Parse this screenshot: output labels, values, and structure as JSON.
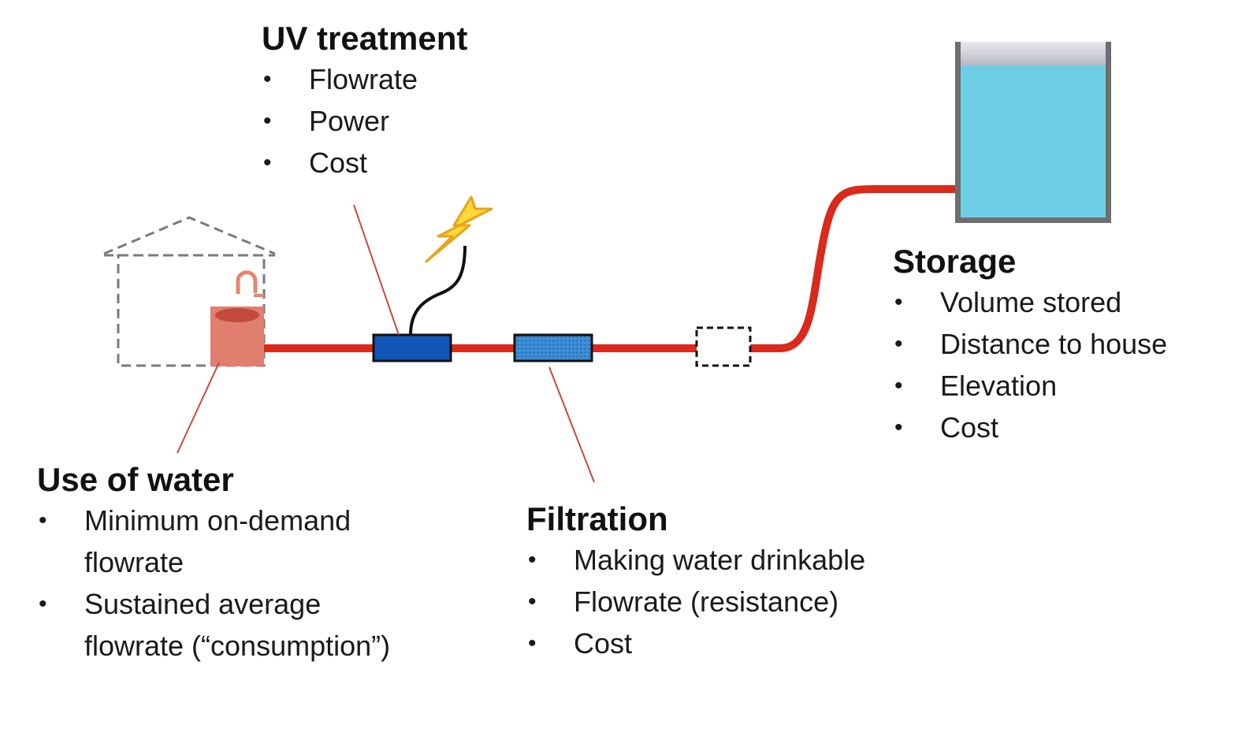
{
  "colors": {
    "pipe": "#d92a1c",
    "leader_line": "#c84a3a",
    "uv_unit": "#1155b8",
    "filter_unit": "#3d8fd6",
    "water": "#6dcfe6",
    "tank_frame": "#6e6e6e",
    "house_outline": "#7a7a7a",
    "sink": "#e07f70",
    "lightning": "#ffd83a"
  },
  "icons": {
    "lightning": "lightning-bolt-icon",
    "house": "house-outline-icon",
    "sink": "sink-icon",
    "tank": "storage-tank-icon"
  },
  "blocks": {
    "uv": {
      "title": "UV treatment",
      "items": [
        "Flowrate",
        "Power",
        "Cost"
      ]
    },
    "storage": {
      "title": "Storage",
      "items": [
        "Volume stored",
        "Distance to house",
        "Elevation",
        "Cost"
      ]
    },
    "use": {
      "title": "Use of water",
      "items": [
        "Minimum on-demand flowrate",
        "Sustained average flowrate (“consumption”)"
      ]
    },
    "filtration": {
      "title": "Filtration",
      "items": [
        "Making water drinkable",
        "Flowrate (resistance)",
        "Cost"
      ]
    },
    "bullet": "•"
  }
}
